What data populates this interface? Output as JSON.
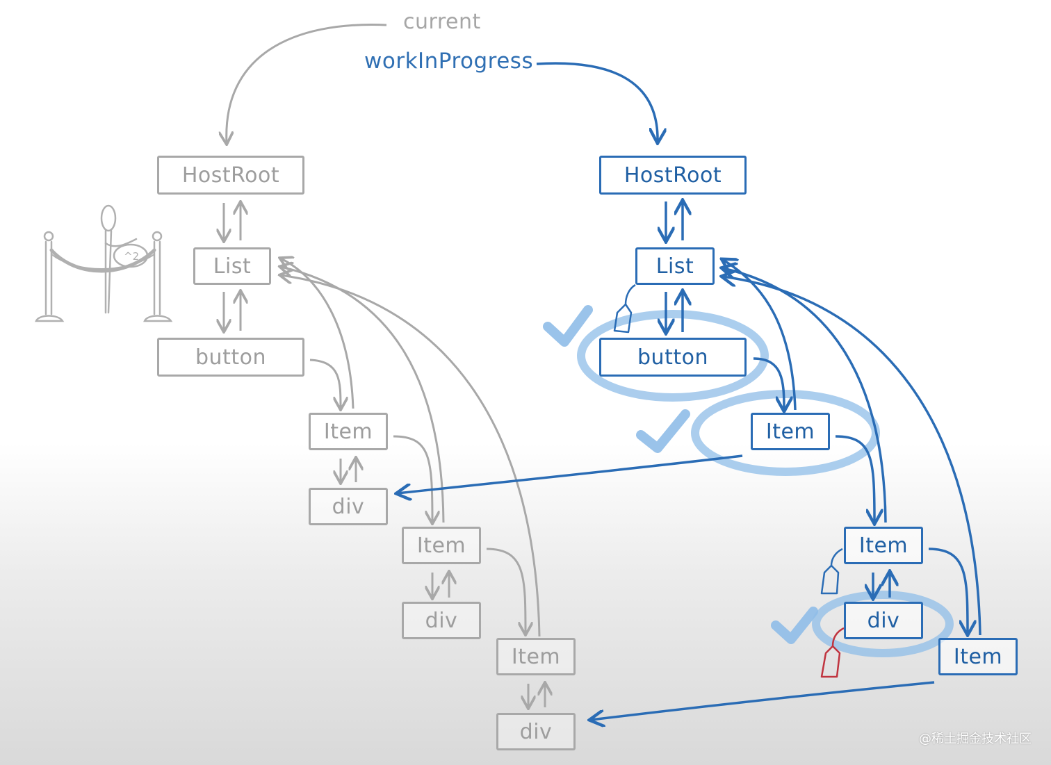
{
  "pointers": {
    "current": "current",
    "work_in_progress": "workInProgress"
  },
  "current_tree": {
    "host_root": "HostRoot",
    "list": "List",
    "button": "button",
    "item_1": "Item",
    "div_1": "div",
    "item_2": "Item",
    "div_2": "div",
    "item_3": "Item",
    "div_3": "div"
  },
  "work_in_progress_tree": {
    "host_root": "HostRoot",
    "list": "List",
    "button": "button",
    "item_1": "Item",
    "item_2": "Item",
    "div_2": "div",
    "item_3": "Item"
  },
  "stick_figure_badge": "^2",
  "watermark": "@稀土掘金技术社区",
  "colors": {
    "current_tree": "#a8a8a8",
    "work_in_progress_tree": "#2a6cb5",
    "completed_highlight": "#8fbde8",
    "effect_tag_red": "#c0343f"
  }
}
